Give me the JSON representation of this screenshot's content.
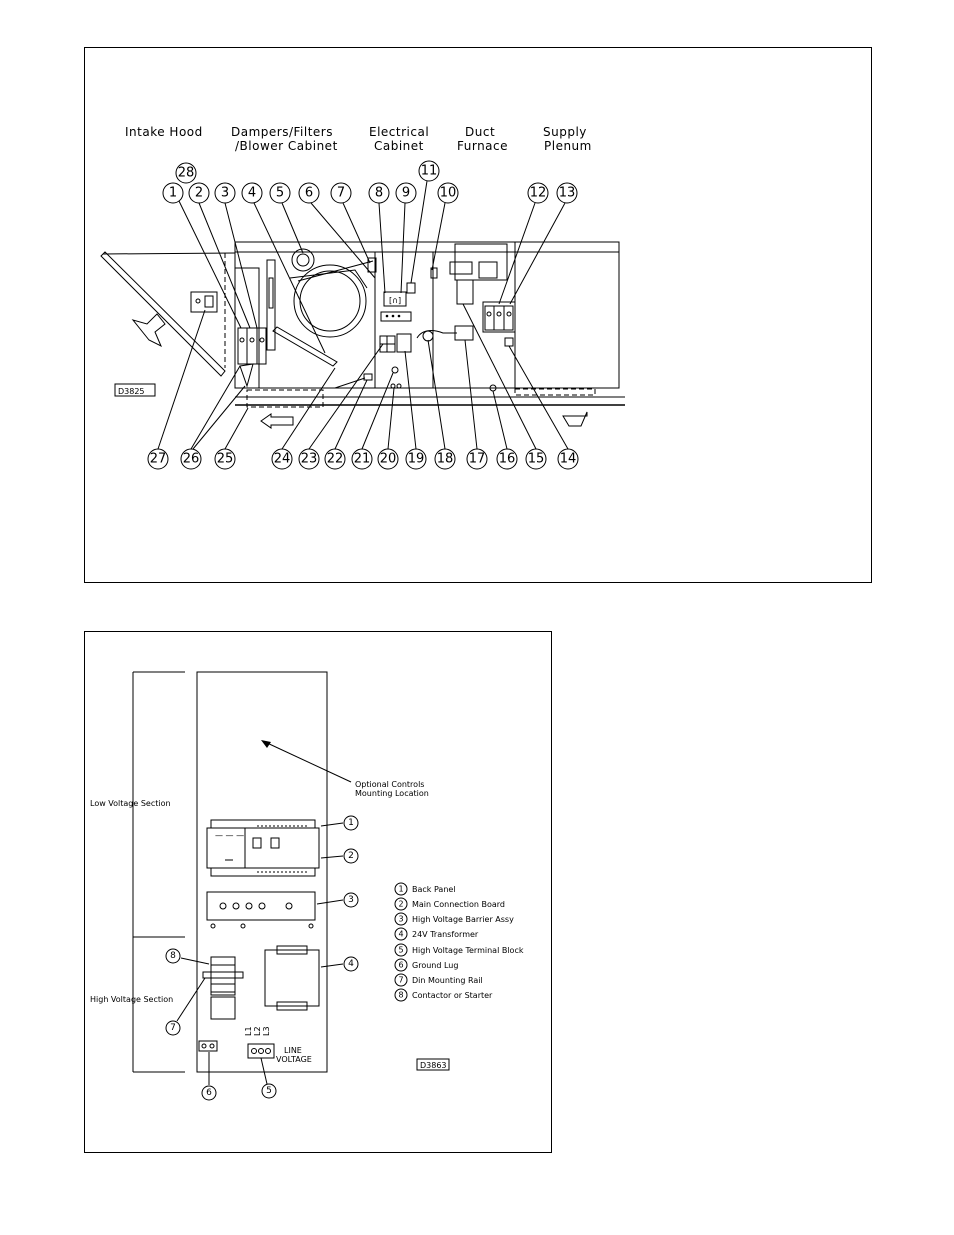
{
  "top_diagram": {
    "sections": [
      "Intake Hood",
      "Dampers/Filters",
      "/Blower Cabinet",
      "Electrical",
      "Cabinet",
      "Duct",
      "Furnace",
      "Supply",
      "Plenum"
    ],
    "drawing_code": "D3825",
    "callouts_top": [
      "28",
      "1",
      "2",
      "3",
      "4",
      "5",
      "6",
      "7",
      "8",
      "9",
      "11",
      "10",
      "12",
      "13"
    ],
    "callouts_bottom": [
      "27",
      "26",
      "25",
      "24",
      "23",
      "22",
      "21",
      "20",
      "19",
      "18",
      "17",
      "16",
      "15",
      "14"
    ]
  },
  "bottom_diagram": {
    "low_voltage_label": "Low Voltage Section",
    "high_voltage_label": "High Voltage Section",
    "optional_label_1": "Optional Controls",
    "optional_label_2": "Mounting Location",
    "line_voltage_1": "LINE",
    "line_voltage_2": "VOLTAGE",
    "terminal_labels": [
      "L1",
      "L2",
      "L3"
    ],
    "drawing_code": "D3863",
    "callouts": [
      "1",
      "2",
      "3",
      "4",
      "8",
      "7",
      "6",
      "5"
    ],
    "legend": [
      {
        "num": "1",
        "text": "Back  Panel"
      },
      {
        "num": "2",
        "text": "Main  Connection  Board"
      },
      {
        "num": "3",
        "text": "High  Voltage  Barrier  Assy"
      },
      {
        "num": "4",
        "text": "24V  Transformer"
      },
      {
        "num": "5",
        "text": "High  Voltage  Terminal  Block"
      },
      {
        "num": "6",
        "text": "Ground  Lug"
      },
      {
        "num": "7",
        "text": "Din  Mounting  Rail"
      },
      {
        "num": "8",
        "text": "Contactor  or  Starter"
      }
    ]
  },
  "colors": {
    "line": "#000000",
    "background": "#ffffff"
  }
}
